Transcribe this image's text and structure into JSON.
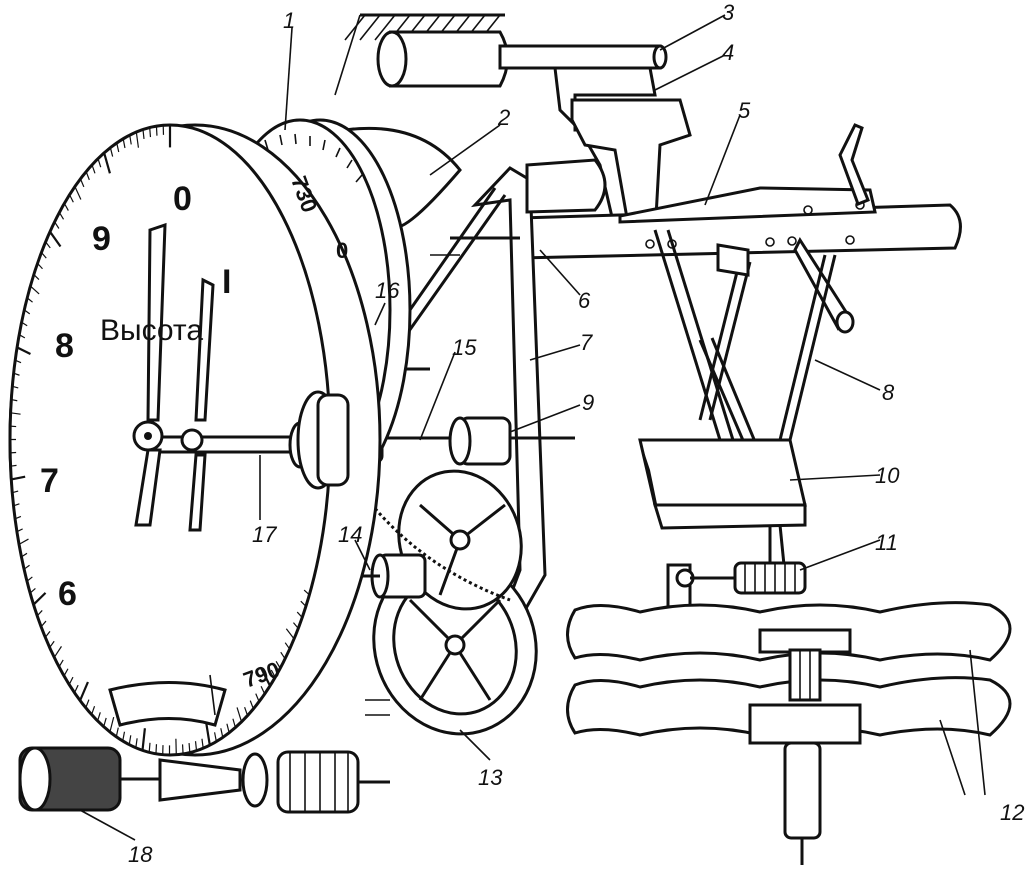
{
  "dial_main": {
    "digits": [
      "0",
      "9",
      "8",
      "7",
      "6"
    ],
    "marker": "I",
    "word": "Высота"
  },
  "dial_secondary": {
    "top_value": "730",
    "bottom_value": "790",
    "small_mark": "0"
  },
  "labels": [
    "1",
    "2",
    "3",
    "4",
    "5",
    "6",
    "7",
    "8",
    "9",
    "10",
    "11",
    "12",
    "13",
    "14",
    "15",
    "16",
    "17",
    "18"
  ],
  "colors": {
    "ink": "#111111",
    "paper": "#ffffff"
  }
}
